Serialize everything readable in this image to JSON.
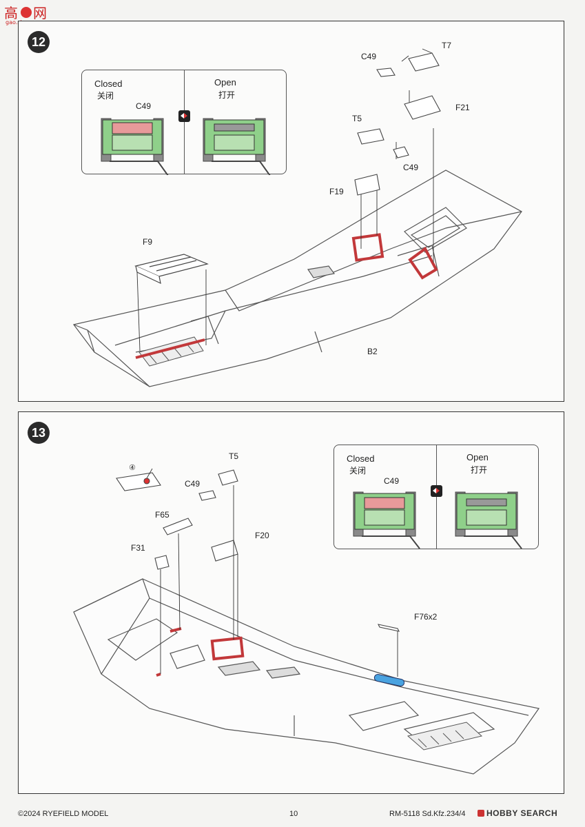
{
  "logo": {
    "char": "高",
    "sub_char": "网",
    "text": "gao.shou.com"
  },
  "step12": {
    "number": "12",
    "callout": {
      "closed_en": "Closed",
      "closed_zh": "关闭",
      "open_en": "Open",
      "open_zh": "打开",
      "part": "C49"
    },
    "labels": {
      "c49_top": "C49",
      "t7": "T7",
      "f21": "F21",
      "t5": "T5",
      "c49_mid": "C49",
      "f19": "F19",
      "f9": "F9",
      "b2": "B2"
    }
  },
  "step13": {
    "number": "13",
    "callout": {
      "closed_en": "Closed",
      "closed_zh": "关闭",
      "open_en": "Open",
      "open_zh": "打开",
      "part": "C49"
    },
    "labels": {
      "marker": "④",
      "t5": "T5",
      "c49": "C49",
      "f65": "F65",
      "f20": "F20",
      "f31": "F31",
      "f76": "F76x2"
    }
  },
  "footer": {
    "copyright": "©2024 RYEFIELD MODEL",
    "page": "10",
    "code": "RM-5118 Sd.Kfz.234/4",
    "brand": "HOBBY SEARCH"
  },
  "colors": {
    "green": "#8fd08a",
    "red": "#c2383a",
    "pink": "#e79a9a",
    "blue": "#4aa3e0"
  }
}
